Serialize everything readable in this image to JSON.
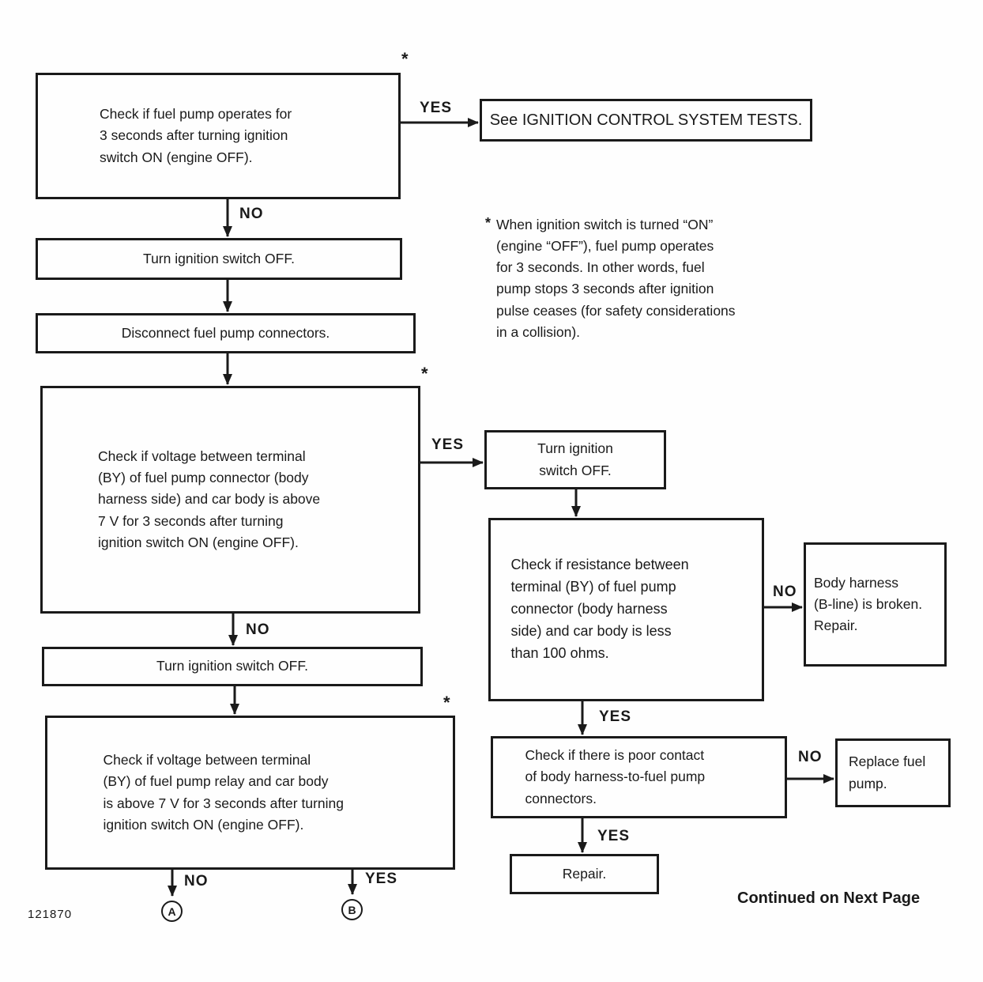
{
  "labels": {
    "yes": "YES",
    "no": "NO",
    "asterisk": "*"
  },
  "nodes": {
    "check_pump_operates": {
      "lines": [
        "Check if fuel pump operates for",
        "3 seconds after turning ignition",
        "switch ON (engine OFF)."
      ]
    },
    "see_ignition_tests": {
      "lines": [
        "See IGNITION CONTROL SYSTEM TESTS."
      ]
    },
    "turn_ignition_off_1": {
      "lines": [
        "Turn ignition switch OFF."
      ]
    },
    "disconnect_connectors": {
      "lines": [
        "Disconnect fuel pump connectors."
      ]
    },
    "check_voltage_connector": {
      "lines": [
        "Check if voltage between terminal",
        "(BY) of fuel pump connector (body",
        "harness side) and car body is above",
        "7 V for 3 seconds after turning",
        "ignition switch ON (engine OFF)."
      ]
    },
    "turn_ignition_off_2": {
      "lines": [
        "Turn ignition",
        "switch OFF."
      ]
    },
    "check_resistance": {
      "lines": [
        "Check if resistance between",
        "terminal (BY) of fuel pump",
        "connector (body harness",
        "side) and car body is less",
        "than 100 ohms."
      ]
    },
    "body_harness_broken": {
      "lines": [
        "Body harness",
        "(B-line) is broken.",
        "Repair."
      ]
    },
    "check_poor_contact": {
      "lines": [
        "Check if there is poor contact",
        "of body harness-to-fuel pump",
        "connectors."
      ]
    },
    "replace_fuel_pump": {
      "lines": [
        "Replace fuel",
        "pump."
      ]
    },
    "repair": {
      "lines": [
        "Repair."
      ]
    },
    "turn_ignition_off_3": {
      "lines": [
        "Turn ignition switch OFF."
      ]
    },
    "check_voltage_relay": {
      "lines": [
        "Check if voltage between terminal",
        "(BY) of fuel pump relay and car body",
        "is above 7 V for 3 seconds after turning",
        "ignition switch ON (engine OFF)."
      ]
    }
  },
  "footnote": {
    "marker": "*",
    "lines": [
      "When ignition switch is turned “ON”",
      "(engine “OFF”), fuel pump operates",
      "for 3 seconds. In other words, fuel",
      "pump stops 3 seconds after ignition",
      "pulse ceases (for safety considerations",
      "in a collision)."
    ]
  },
  "connectors": {
    "a": "A",
    "b": "B"
  },
  "figure_number": "121870",
  "continued_note": "Continued on Next Page"
}
